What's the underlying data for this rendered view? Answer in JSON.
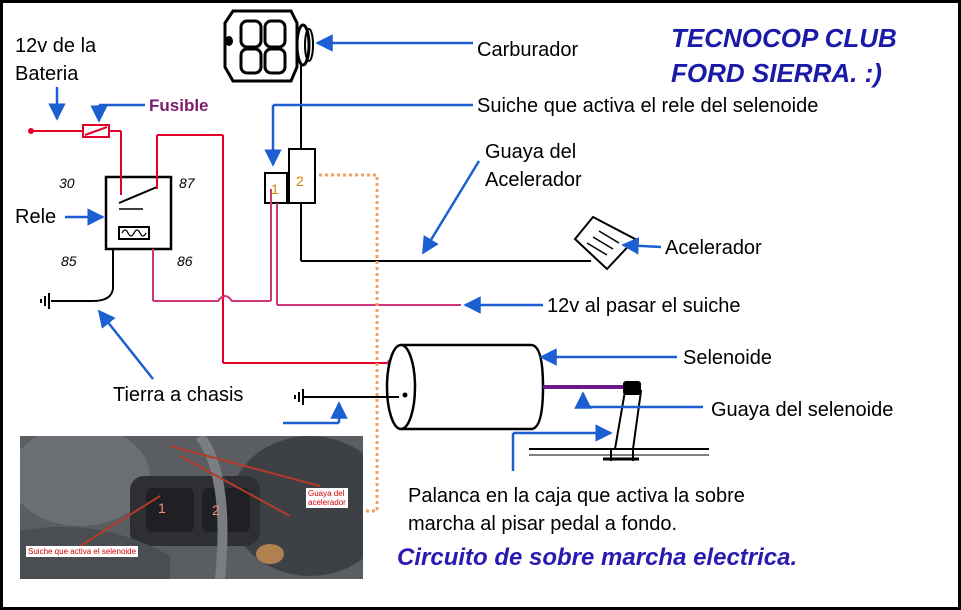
{
  "title": {
    "line1": "TECNOCOP CLUB",
    "line2": "FORD SIERRA. :)"
  },
  "caption": "Circuito de sobre marcha electrica.",
  "labels": {
    "battery_line1": "12v de la",
    "battery_line2": "Bateria",
    "fuse": "Fusible",
    "relay": "Rele",
    "carburetor": "Carburador",
    "switch": "Suiche que activa el rele del selenoide",
    "cable_line1": "Guaya del",
    "cable_line2": "Acelerador",
    "accelerator": "Acelerador",
    "switch_12v": "12v al pasar el suiche",
    "solenoid": "Selenoide",
    "ground": "Tierra a chasis",
    "solenoid_cable": "Guaya del selenoide",
    "lever_line1": "Palanca en la caja que activa la sobre",
    "lever_line2": "marcha al pisar pedal a fondo."
  },
  "relay_pins": {
    "p30": "30",
    "p87": "87",
    "p85": "85",
    "p86": "86"
  },
  "switch_terminals": {
    "t1": "1",
    "t2": "2"
  },
  "photo": {
    "note_cable_line1": "Guaya del",
    "note_cable_line2": "acelerador",
    "note_switch": "Suiche que activa el selenoide",
    "mark1": "1",
    "mark2": "2"
  },
  "colors": {
    "arrow_blue": "#1b5fd1",
    "wire_red": "#e0002a",
    "wire_pink": "#d0357a",
    "wire_orange": "#f0a060",
    "title_blue": "#1a1aa8",
    "fuse_purple": "#7a1c6e",
    "solenoid_rod": "#6a1a8a"
  }
}
